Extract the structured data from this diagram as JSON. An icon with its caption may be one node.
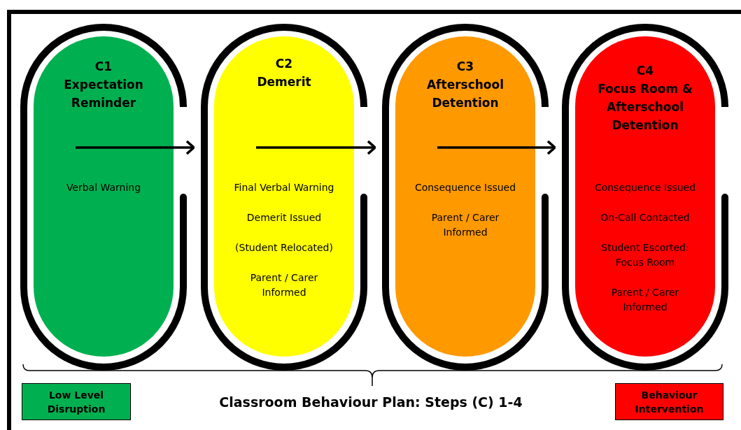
{
  "diagram": {
    "title": "Classroom Behaviour Plan: Steps (C) 1-4",
    "nodes": [
      {
        "text": [
          "C1",
          "Expectation Reminder",
          "Verbal Warning"
        ]
      },
      {
        "text": [
          "C2",
          "Demerit",
          "Final Verbal Warning",
          "Demerit Issued",
          "(Student Relocated)",
          "Parent / Carer Informed"
        ]
      },
      {
        "text": [
          "C3",
          "Afterschool Detention",
          "Consequence Issued",
          "Parent / Carer Informed"
        ]
      },
      {
        "text": [
          "C4",
          "Focus Room & Afterschool Detention",
          "Consequence Issued",
          "On-Call Contacted",
          "Student Escorted: Focus Room",
          "Parent / Carer Informed"
        ]
      },
      {
        "text": [
          "Low Level Disruption"
        ]
      },
      {
        "text": [
          "Behaviour Intervention"
        ]
      }
    ],
    "edges": [
      {
        "from": 0,
        "to": 1,
        "arrow": "to"
      },
      {
        "from": 1,
        "to": 2,
        "arrow": "to"
      },
      {
        "from": 2,
        "to": 3,
        "arrow": "to"
      }
    ]
  }
}
